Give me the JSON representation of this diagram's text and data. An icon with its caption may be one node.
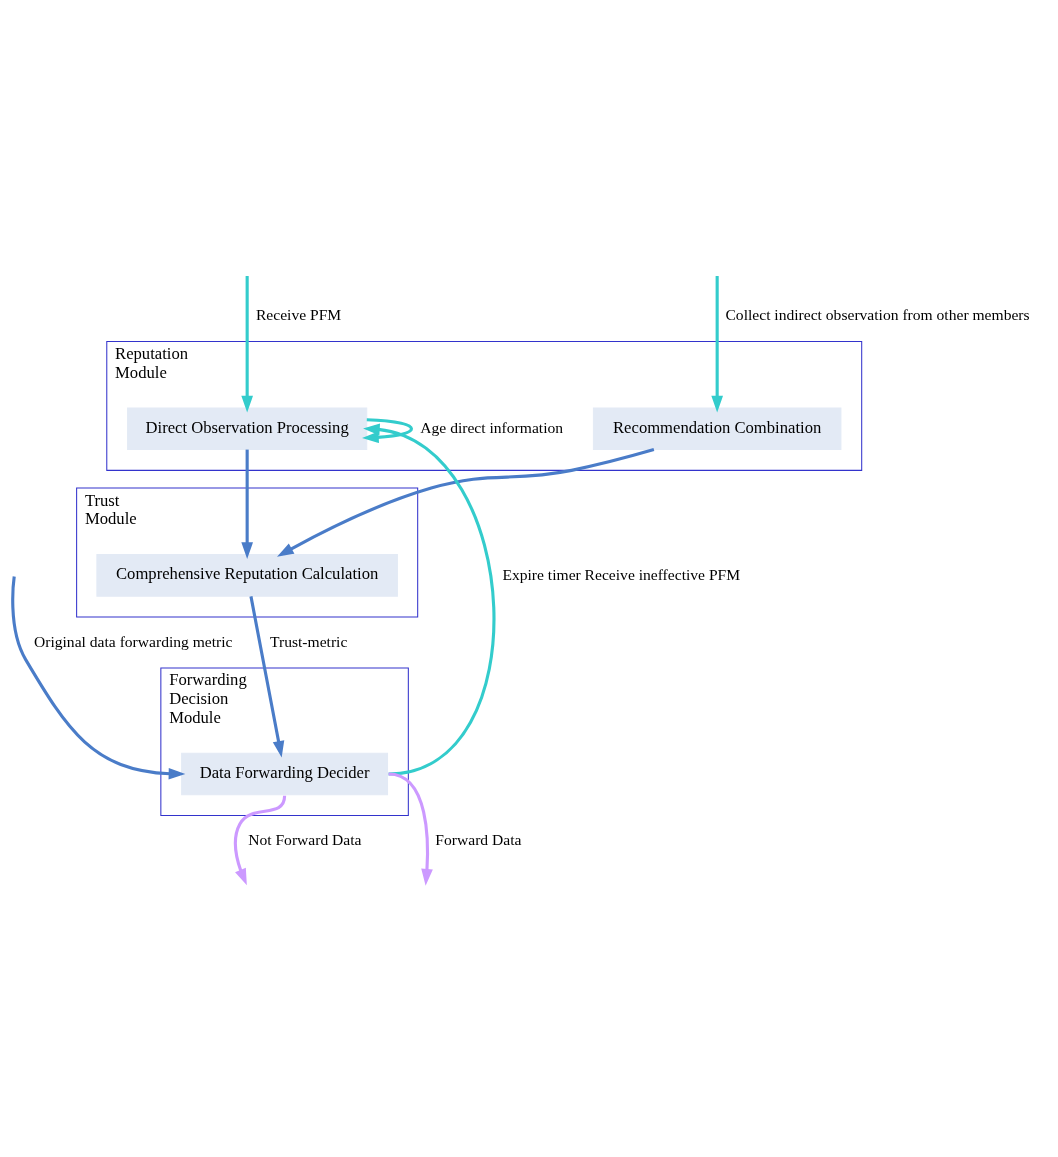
{
  "diagram": {
    "nodes": [
      {
        "text": [
          "Reputation Module"
        ]
      },
      {
        "text": [
          "Direct Observation Processing"
        ],
        "in": 0
      },
      {
        "text": [
          "Recommendation Combination"
        ],
        "in": 0
      },
      {
        "text": [
          "Trust Module"
        ]
      },
      {
        "text": [
          "Comprehensive Reputation Calculation"
        ],
        "in": 3
      },
      {
        "text": [
          "Forwarding Decision Module"
        ]
      },
      {
        "text": [
          "Data Forwarding Decider"
        ],
        "in": 5
      }
    ],
    "edges": [
      {
        "from": null,
        "to": 1,
        "arrow": "to",
        "label": "Receive PFM",
        "color": "#33cccc"
      },
      {
        "from": 1,
        "to": 1,
        "arrow": "to",
        "label": "Age direct information",
        "color": "#33cccc"
      },
      {
        "from": 6,
        "to": 1,
        "arrow": "to",
        "label": "Expire timer Receive ineffective PFM",
        "color": "#33cccc"
      },
      {
        "from": null,
        "to": 2,
        "arrow": "to",
        "label": "Collect indirect observation from other members",
        "color": "#33cccc"
      },
      {
        "from": 1,
        "to": 4,
        "arrow": "to"
      },
      {
        "from": 2,
        "to": 4,
        "arrow": "to"
      },
      {
        "from": 4,
        "to": 6,
        "arrow": "to",
        "label": "Trust-metric"
      },
      {
        "from": null,
        "to": 6,
        "arrow": "to",
        "label": "Original data forwarding metric"
      },
      {
        "from": 6,
        "to": null,
        "arrow": "to",
        "label": "Forward Data",
        "color": "#cc99ff"
      },
      {
        "from": 6,
        "to": null,
        "arrow": "to",
        "label": "Not Forward Data",
        "color": "#cc99ff"
      }
    ]
  }
}
